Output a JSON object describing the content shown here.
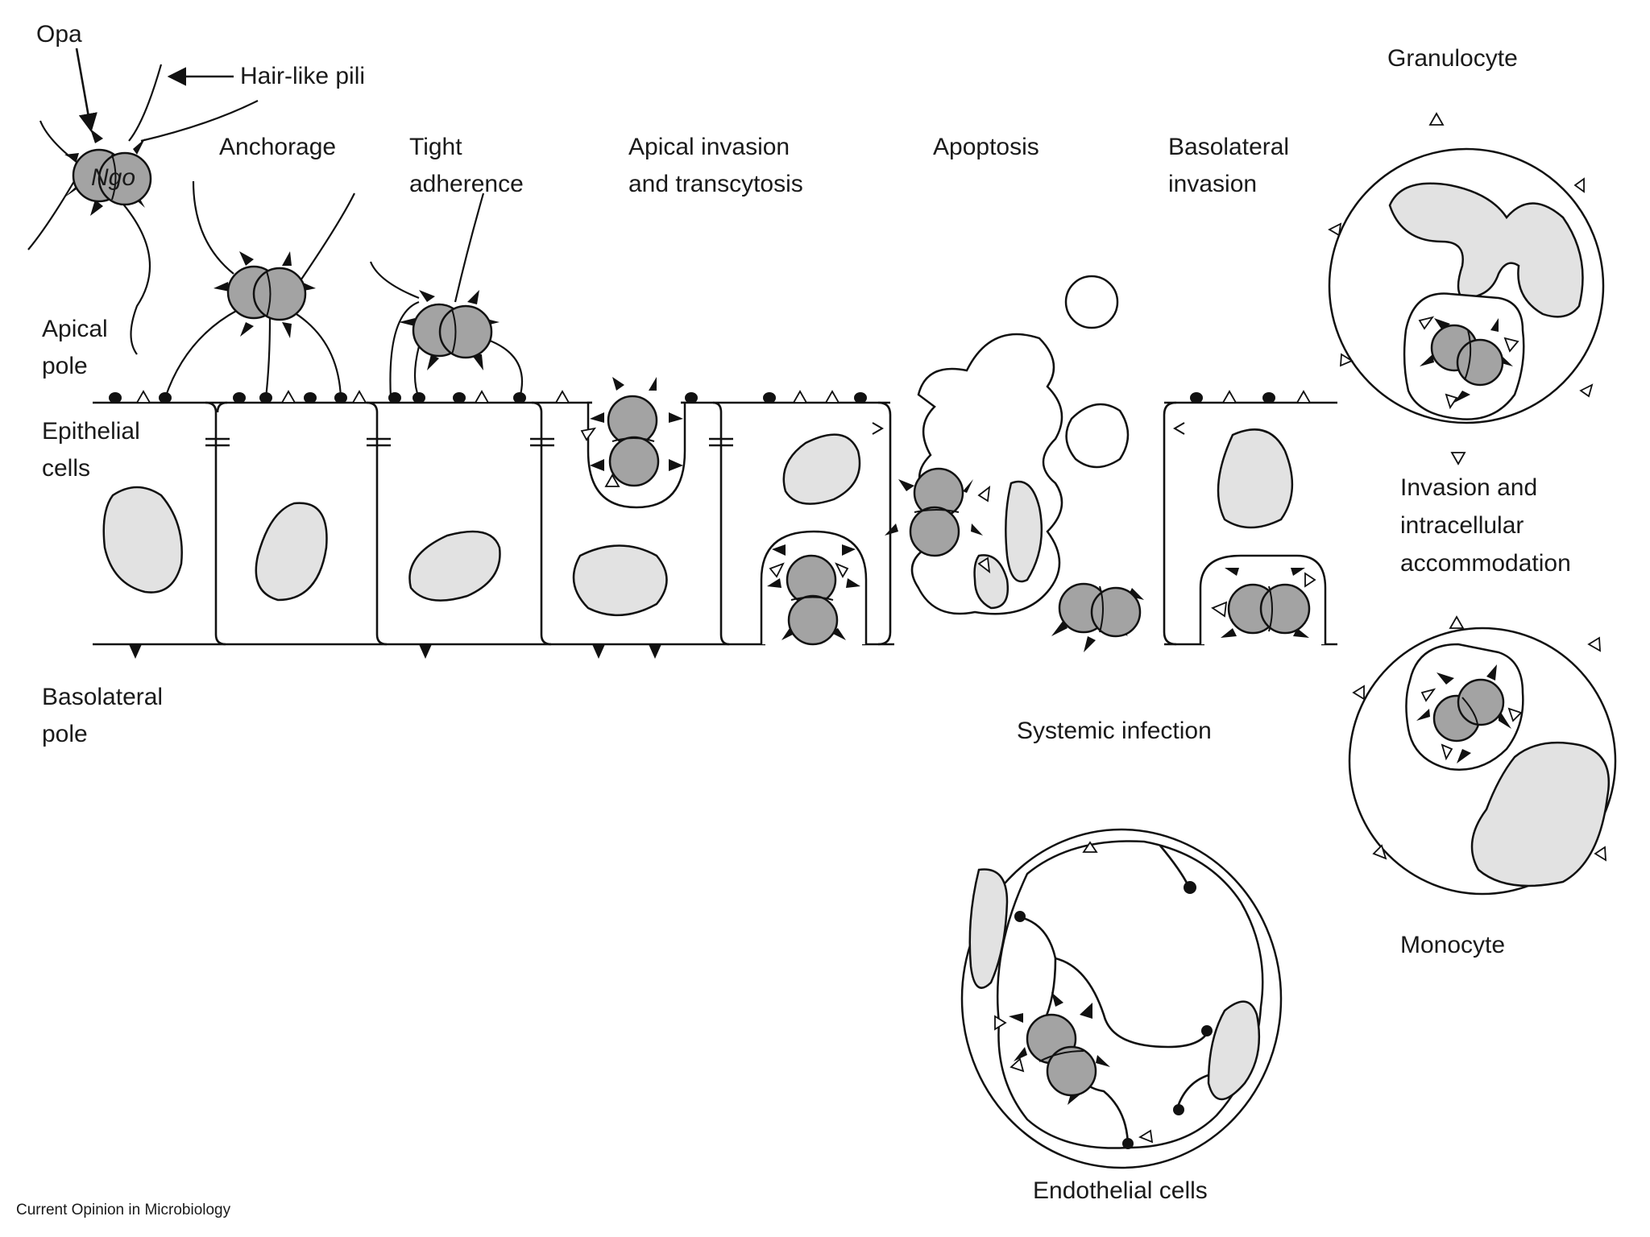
{
  "figure": {
    "labels": {
      "opa": "Opa",
      "pili": "Hair-like pili",
      "ngo": "Ngo",
      "anchorage": "Anchorage",
      "tight_1": "Tight",
      "tight_2": "adherence",
      "apical_inv_1": "Apical invasion",
      "apical_inv_2": "and transcytosis",
      "apoptosis": "Apoptosis",
      "baso_inv_1": "Basolateral",
      "baso_inv_2": "invasion",
      "granulocyte": "Granulocyte",
      "apical_pole_1": "Apical",
      "apical_pole_2": "pole",
      "epithelial_1": "Epithelial",
      "epithelial_2": "cells",
      "invasion_1": "Invasion and",
      "invasion_2": "intracellular",
      "invasion_3": "accommodation",
      "baso_pole_1": "Basolateral",
      "baso_pole_2": "pole",
      "systemic": "Systemic infection",
      "monocyte": "Monocyte",
      "endothelial": "Endothelial cells",
      "source": "Current Opinion in Microbiology"
    },
    "colors": {
      "bacterium_fill": "#a3a3a3",
      "nucleus_fill": "#e2e2e2",
      "outline": "#111111",
      "background": "#ffffff"
    },
    "icons": {
      "receptor_open": "open-triangle-icon",
      "receptor_filled": "filled-triangle-icon",
      "pilus_anchor": "filled-dome-icon",
      "tight_junction": "double-bar-icon"
    }
  }
}
